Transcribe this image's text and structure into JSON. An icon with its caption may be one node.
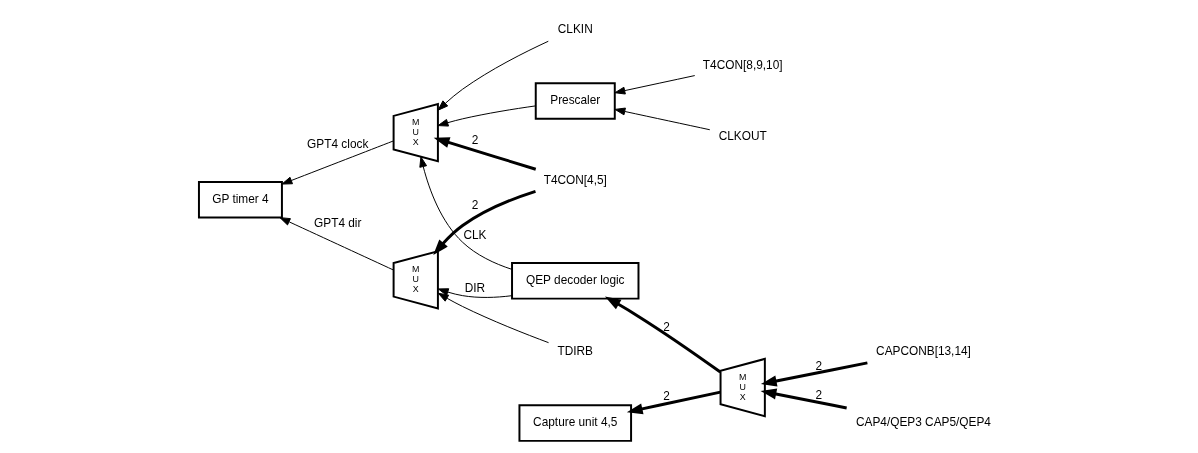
{
  "diagram": {
    "nodes": [
      {
        "text": [
          "GP timer 4"
        ]
      },
      {
        "text": [
          "M U X"
        ]
      },
      {
        "text": [
          "CLKIN"
        ]
      },
      {
        "text": [
          "Prescaler"
        ]
      },
      {
        "text": [
          "CLKOUT"
        ]
      },
      {
        "text": [
          "T4CON[8,9,10]"
        ]
      },
      {
        "text": [
          "T4CON[4,5]"
        ]
      },
      {
        "text": [
          "M U X"
        ]
      },
      {
        "text": [
          "TDIRB"
        ]
      },
      {
        "text": [
          "QEP decoder logic"
        ]
      },
      {
        "text": [
          "CAPCONB[13,14]"
        ]
      },
      {
        "text": [
          "M U X"
        ]
      },
      {
        "text": [
          "CAP4/QEP3 CAP5/QEP4"
        ]
      },
      {
        "text": [
          "Capture unit 4,5"
        ]
      }
    ],
    "edges": [
      {
        "from": 1,
        "to": 0,
        "arrow": "to",
        "label": "GPT4 clock"
      },
      {
        "from": 2,
        "to": 1,
        "arrow": "to"
      },
      {
        "from": 3,
        "to": 1,
        "arrow": "to"
      },
      {
        "from": 9,
        "to": 1,
        "arrow": "to",
        "label": "CLK"
      },
      {
        "from": 4,
        "to": 3,
        "arrow": "to"
      },
      {
        "from": 5,
        "to": 3,
        "arrow": "to"
      },
      {
        "from": 6,
        "to": 1,
        "arrow": "to",
        "label": "2",
        "style": "thick"
      },
      {
        "from": 6,
        "to": 7,
        "arrow": "to",
        "label": "2",
        "style": "thick"
      },
      {
        "from": 7,
        "to": 0,
        "arrow": "to",
        "label": "GPT4 dir"
      },
      {
        "from": 8,
        "to": 7,
        "arrow": "to"
      },
      {
        "from": 9,
        "to": 7,
        "arrow": "to",
        "label": "DIR"
      },
      {
        "from": 10,
        "to": 11,
        "arrow": "to",
        "label": "2",
        "style": "thick"
      },
      {
        "from": 12,
        "to": 11,
        "arrow": "to",
        "label": "2",
        "style": "thick"
      },
      {
        "from": 11,
        "to": 9,
        "arrow": "to",
        "label": "2",
        "style": "thick"
      },
      {
        "from": 11,
        "to": 13,
        "arrow": "to",
        "label": "2",
        "style": "thick"
      }
    ]
  }
}
